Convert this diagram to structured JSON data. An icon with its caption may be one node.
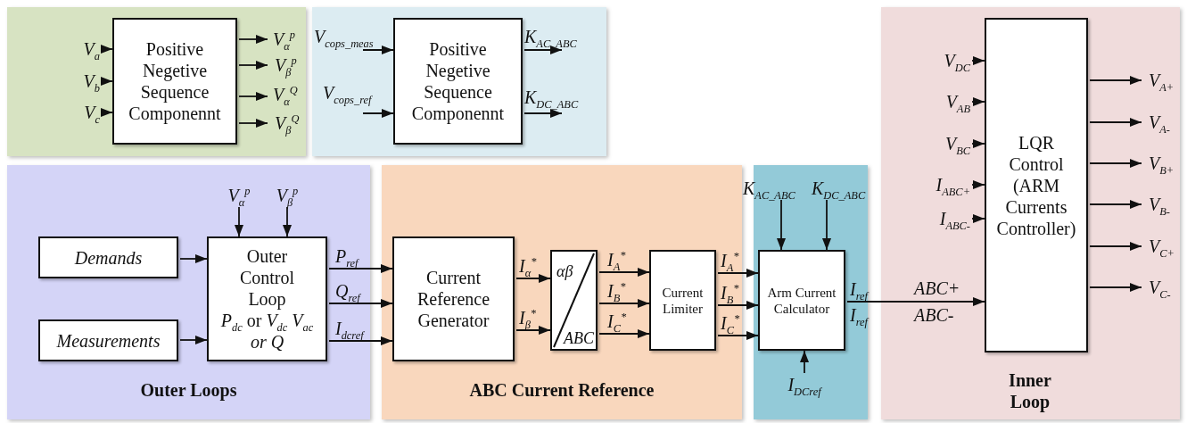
{
  "diagram": {
    "nodes": [
      {
        "text": [],
        "shape": "box"
      },
      {
        "text": [
          "Positive Negetive Sequence Componennt"
        ],
        "in": 0
      },
      {
        "text": [
          "V$_{a}$"
        ],
        "in": 0
      },
      {
        "text": [
          "V$_{b}$"
        ],
        "in": 0
      },
      {
        "text": [
          "V$_{c}$"
        ],
        "in": 0
      },
      {
        "text": [
          "V$_{α}$$^{p}$"
        ],
        "in": 0
      },
      {
        "text": [
          "V$_{β}$$^{p}$"
        ],
        "in": 0
      },
      {
        "text": [
          "V$_{α}$$^{Q}$"
        ],
        "in": 0
      },
      {
        "text": [
          "V$_{β}$$^{Q}$"
        ],
        "in": 0
      },
      {
        "text": [],
        "shape": "box"
      },
      {
        "text": [
          "Positive Negetive Sequence Componennt"
        ],
        "in": 9
      },
      {
        "text": [
          "V$_{cops_meas}$"
        ],
        "in": 9
      },
      {
        "text": [
          "V$_{cops_ref}$"
        ],
        "in": 9
      },
      {
        "text": [
          "K$_{AC_ABC}$"
        ],
        "in": 9
      },
      {
        "text": [
          "K$_{DC_ABC}$"
        ],
        "in": 9
      },
      {
        "text": [
          "Outer Loops"
        ]
      },
      {
        "text": [
          "Demands"
        ],
        "in": 15
      },
      {
        "text": [
          "Measurements"
        ],
        "in": 15
      },
      {
        "text": [
          "Outer Control Loop",
          "*P*$_{dc}$ or *V*$_{dc}$ *V*$_{ac}$ *or Q*"
        ],
        "in": 15
      },
      {
        "text": [
          "V$_{α}$$^{p}$"
        ],
        "in": 15
      },
      {
        "text": [
          "V$_{β}$$^{p}$"
        ],
        "in": 15
      },
      {
        "text": [
          "ABC Current Reference"
        ]
      },
      {
        "text": [
          "Current Reference Generator"
        ],
        "in": 21
      },
      {
        "text": [
          "αβ",
          "ABC"
        ],
        "in": 21
      },
      {
        "text": [
          "Current Limiter"
        ],
        "in": 21
      },
      {
        "text": [],
        "shape": "box"
      },
      {
        "text": [
          "Arm Current Calculator"
        ],
        "in": 25
      },
      {
        "text": [
          "K$_{AC_ABC}$"
        ],
        "in": 25
      },
      {
        "text": [
          "K$_{DC_ABC}$"
        ],
        "in": 25
      },
      {
        "text": [
          "I$_{DCref}$"
        ],
        "in": 25
      },
      {
        "text": [
          "Inner Loop"
        ]
      },
      {
        "text": [
          "LQR Control (ARM Currents Controller)"
        ],
        "in": 30
      },
      {
        "text": [
          "V$_{DC}$"
        ],
        "in": 30
      },
      {
        "text": [
          "V$_{AB}$"
        ],
        "in": 30
      },
      {
        "text": [
          "V$_{BC}$"
        ],
        "in": 30
      },
      {
        "text": [
          "I$_{ABC+}$"
        ],
        "in": 30
      },
      {
        "text": [
          "I$_{ABC-}$"
        ],
        "in": 30
      },
      {
        "text": [
          "V$_{A+}$"
        ],
        "in": 30
      },
      {
        "text": [
          "V$_{A-}$"
        ],
        "in": 30
      },
      {
        "text": [
          "V$_{B+}$"
        ],
        "in": 30
      },
      {
        "text": [
          "V$_{B-}$"
        ],
        "in": 30
      },
      {
        "text": [
          "V$_{C+}$"
        ],
        "in": 30
      },
      {
        "text": [
          "V$_{C-}$"
        ],
        "in": 30
      }
    ],
    "edges": [
      {
        "from": 2,
        "to": 1,
        "arrow": "to"
      },
      {
        "from": 3,
        "to": 1,
        "arrow": "to"
      },
      {
        "from": 4,
        "to": 1,
        "arrow": "to"
      },
      {
        "from": 1,
        "to": 5,
        "arrow": "to"
      },
      {
        "from": 1,
        "to": 6,
        "arrow": "to"
      },
      {
        "from": 1,
        "to": 7,
        "arrow": "to"
      },
      {
        "from": 1,
        "to": 8,
        "arrow": "to"
      },
      {
        "from": 11,
        "to": 10,
        "arrow": "to"
      },
      {
        "from": 12,
        "to": 10,
        "arrow": "to"
      },
      {
        "from": 10,
        "to": 13,
        "arrow": "to"
      },
      {
        "from": 10,
        "to": 14,
        "arrow": "to"
      },
      {
        "from": 19,
        "to": 18,
        "arrow": "to"
      },
      {
        "from": 20,
        "to": 18,
        "arrow": "to"
      },
      {
        "from": 16,
        "to": 18,
        "arrow": "to"
      },
      {
        "from": 17,
        "to": 18,
        "arrow": "to"
      },
      {
        "from": 18,
        "to": 22,
        "arrow": "to",
        "label": "P$_{ref}$"
      },
      {
        "from": 18,
        "to": 22,
        "arrow": "to",
        "label": "Q$_{ref}$"
      },
      {
        "from": 18,
        "to": 22,
        "arrow": "to",
        "label": "I$_{dcref}$"
      },
      {
        "from": 22,
        "to": 23,
        "arrow": "to",
        "label": "I$_{α}$$^{*}$"
      },
      {
        "from": 22,
        "to": 23,
        "arrow": "to",
        "label": "I$_{β}$$^{*}$"
      },
      {
        "from": 23,
        "to": 24,
        "arrow": "to",
        "label": "I$_{A}$$^{*}$"
      },
      {
        "from": 23,
        "to": 24,
        "arrow": "to",
        "label": "I$_{B}$$^{*}$"
      },
      {
        "from": 23,
        "to": 24,
        "arrow": "to",
        "label": "I$_{C}$$^{*}$"
      },
      {
        "from": 24,
        "to": 26,
        "arrow": "to",
        "label": "I$_{A}$$^{*}$"
      },
      {
        "from": 24,
        "to": 26,
        "arrow": "to",
        "label": "I$_{B}$$^{*}$"
      },
      {
        "from": 24,
        "to": 26,
        "arrow": "to",
        "label": "I$_{C}$$^{*}$"
      },
      {
        "from": 27,
        "to": 26,
        "arrow": "to"
      },
      {
        "from": 28,
        "to": 26,
        "arrow": "to"
      },
      {
        "from": 29,
        "to": 26,
        "arrow": "to"
      },
      {
        "from": 26,
        "to": 31,
        "arrow": "to",
        "label": "I$_{ref}$"
      },
      {
        "from": 32,
        "to": 31,
        "arrow": "to"
      },
      {
        "from": 33,
        "to": 31,
        "arrow": "to"
      },
      {
        "from": 34,
        "to": 31,
        "arrow": "to"
      },
      {
        "from": 35,
        "to": 31,
        "arrow": "to"
      },
      {
        "from": 36,
        "to": 31,
        "arrow": "to"
      },
      {
        "from": 31,
        "to": 37,
        "arrow": "to"
      },
      {
        "from": 31,
        "to": 38,
        "arrow": "to"
      },
      {
        "from": 31,
        "to": 39,
        "arrow": "to"
      },
      {
        "from": 31,
        "to": 40,
        "arrow": "to"
      },
      {
        "from": 31,
        "to": 41,
        "arrow": "to"
      },
      {
        "from": 31,
        "to": 42,
        "arrow": "to"
      }
    ],
    "labels": [
      "I$_{ref}$",
      "ABC+",
      "ABC-"
    ]
  }
}
